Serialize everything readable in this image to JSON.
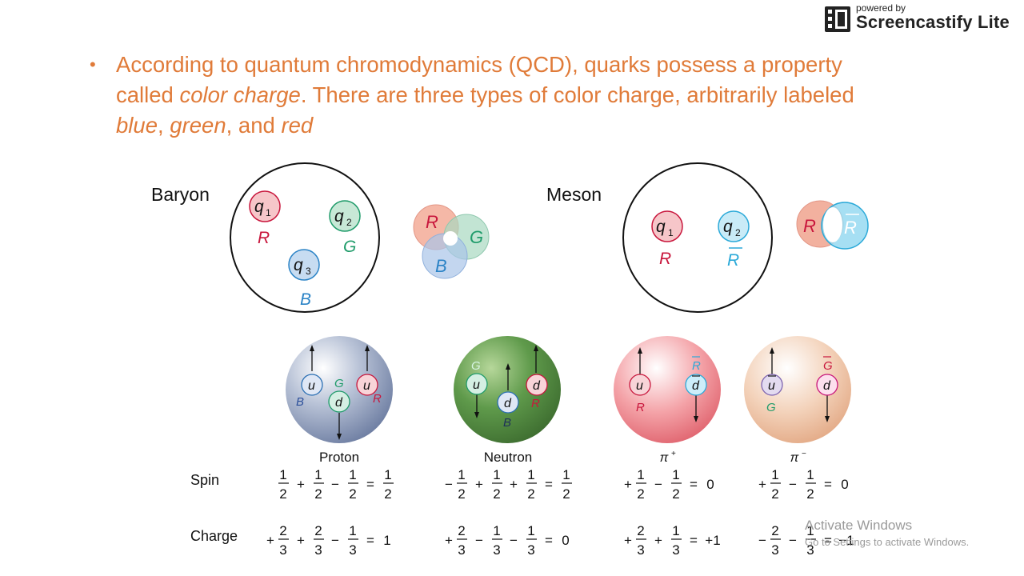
{
  "bullet": {
    "p1": "According to quantum chromodynamics (QCD), quarks possess a property called ",
    "p1_italic": "color charge",
    "p2": ". There are three types of color charge, arbitrarily labeled ",
    "blue": "blue",
    "sep1": ", ",
    "green": "green",
    "sep2": ", and ",
    "red": "red"
  },
  "watermark": {
    "powered_by": "powered by",
    "name": "Screencastify Lite"
  },
  "activate": {
    "line1": "Activate Windows",
    "line2": "Go to Settings to activate Windows."
  },
  "labels": {
    "baryon": "Baryon",
    "meson": "Meson",
    "spin": "Spin",
    "charge": "Charge"
  },
  "baryon_circle": {
    "q1": "q",
    "q1_sub": "1",
    "q2": "q",
    "q2_sub": "2",
    "q3": "q",
    "q3_sub": "3",
    "r": "R",
    "g": "G",
    "b": "B"
  },
  "baryon_venn": {
    "r": "R",
    "g": "G",
    "b": "B"
  },
  "meson_circle": {
    "q1": "q",
    "q1_sub": "1",
    "q2": "q",
    "q2_sub": "2",
    "r": "R",
    "rbar": "R"
  },
  "meson_venn": {
    "r": "R",
    "rbar": "R"
  },
  "particles": [
    {
      "name": "Proton",
      "quarks": [
        "u",
        "d",
        "u"
      ],
      "colors": [
        "B",
        "G",
        "R"
      ]
    },
    {
      "name": "Neutron",
      "quarks": [
        "u",
        "d",
        "d"
      ],
      "colors": [
        "G",
        "B",
        "R"
      ]
    },
    {
      "name": "π",
      "sup": "+",
      "quarks": [
        "u",
        "d"
      ],
      "colors": [
        "R",
        "R"
      ]
    },
    {
      "name": "π",
      "sup": "−",
      "quarks": [
        "u",
        "d"
      ],
      "colors": [
        "G",
        "G"
      ]
    }
  ],
  "spin_eq": {
    "proton": {
      "t1": "1",
      "t1b": "2",
      "o1": "+",
      "t2": "1",
      "t2b": "2",
      "o2": "−",
      "t3": "1",
      "t3b": "2",
      "eq": "=",
      "r": "1",
      "rb": "2"
    },
    "neutron": {
      "s0": "−",
      "t1": "1",
      "t1b": "2",
      "o1": "+",
      "t2": "1",
      "t2b": "2",
      "o2": "+",
      "t3": "1",
      "t3b": "2",
      "eq": "=",
      "r": "1",
      "rb": "2"
    },
    "piplus": {
      "s0": "+",
      "t1": "1",
      "t1b": "2",
      "o1": "−",
      "t2": "1",
      "t2b": "2",
      "eq": "=",
      "r": "0"
    },
    "piminus": {
      "s0": "+",
      "t1": "1",
      "t1b": "2",
      "o1": "−",
      "t2": "1",
      "t2b": "2",
      "eq": "=",
      "r": "0"
    }
  },
  "charge_eq": {
    "proton": {
      "s0": "+",
      "t1": "2",
      "t1b": "3",
      "o1": "+",
      "t2": "2",
      "t2b": "3",
      "o2": "−",
      "t3": "1",
      "t3b": "3",
      "eq": "=",
      "r": "1"
    },
    "neutron": {
      "s0": "+",
      "t1": "2",
      "t1b": "3",
      "o1": "−",
      "t2": "1",
      "t2b": "3",
      "o2": "−",
      "t3": "1",
      "t3b": "3",
      "eq": "=",
      "r": "0"
    },
    "piplus": {
      "s0": "+",
      "t1": "2",
      "t1b": "3",
      "o1": "+",
      "t2": "1",
      "t2b": "3",
      "eq": "=",
      "r": "+1"
    },
    "piminus": {
      "s0": "−",
      "t1": "2",
      "t1b": "3",
      "o1": "−",
      "t2": "1",
      "t2b": "3",
      "eq": "=",
      "r": "−1"
    }
  },
  "colors": {
    "text_orange": "#e07b39",
    "red": "#c8163c",
    "green": "#1f9b6a",
    "blue": "#2b83c6",
    "cyan": "#2ba9d8"
  }
}
